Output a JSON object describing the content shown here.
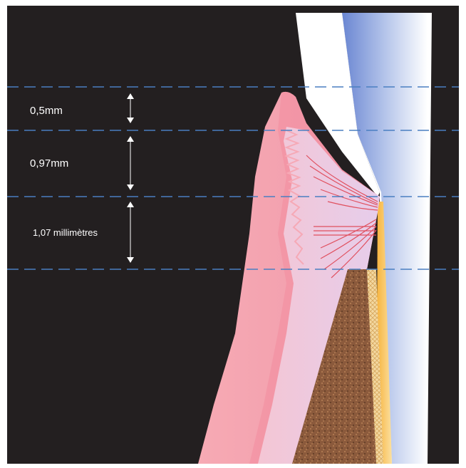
{
  "diagram": {
    "labels": {
      "measure_1": "0,5mm",
      "measure_2": "0,97mm",
      "measure_3": "1,07 millimètres"
    },
    "colors": {
      "background": "#231f20",
      "guide_line": "#4a7fc1",
      "gingiva_outer": "#f08a9a",
      "gingiva_inner": "#e8c8e4",
      "fibers": "#e0505f",
      "bone": "#8b5a3c",
      "cementum": "#f0c060",
      "tooth_enamel": "#ffffff",
      "tooth_dentin": "#8fa6dd"
    }
  }
}
